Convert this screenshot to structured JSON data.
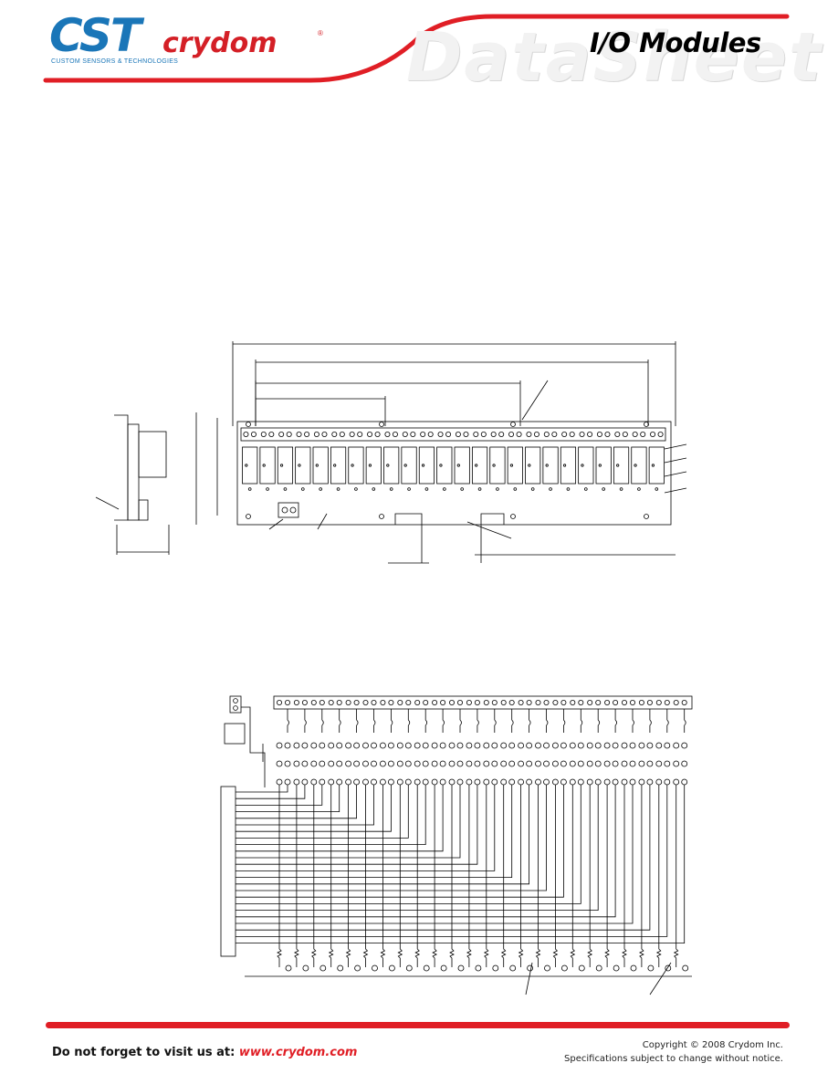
{
  "header": {
    "logo_cst": "CST",
    "logo_sub": "CUSTOM SENSORS & TECHNOLOGIES",
    "logo_brand": "crydom",
    "logo_reg": "®",
    "watermark": "DataSheet",
    "title": "I/O Modules",
    "colors": {
      "brand_blue": "#1a76b8",
      "brand_red": "#e01e25"
    }
  },
  "drawings": {
    "mechanical_dimensions": {
      "module_count": 24
    },
    "wiring_schematic": {
      "channel_count": 24
    }
  },
  "footer": {
    "visit_prefix": "Do not forget to visit us at: ",
    "visit_url": "www.crydom.com",
    "copyright": "Copyright © 2008 Crydom Inc.",
    "notice": "Specifications subject to change without notice."
  }
}
